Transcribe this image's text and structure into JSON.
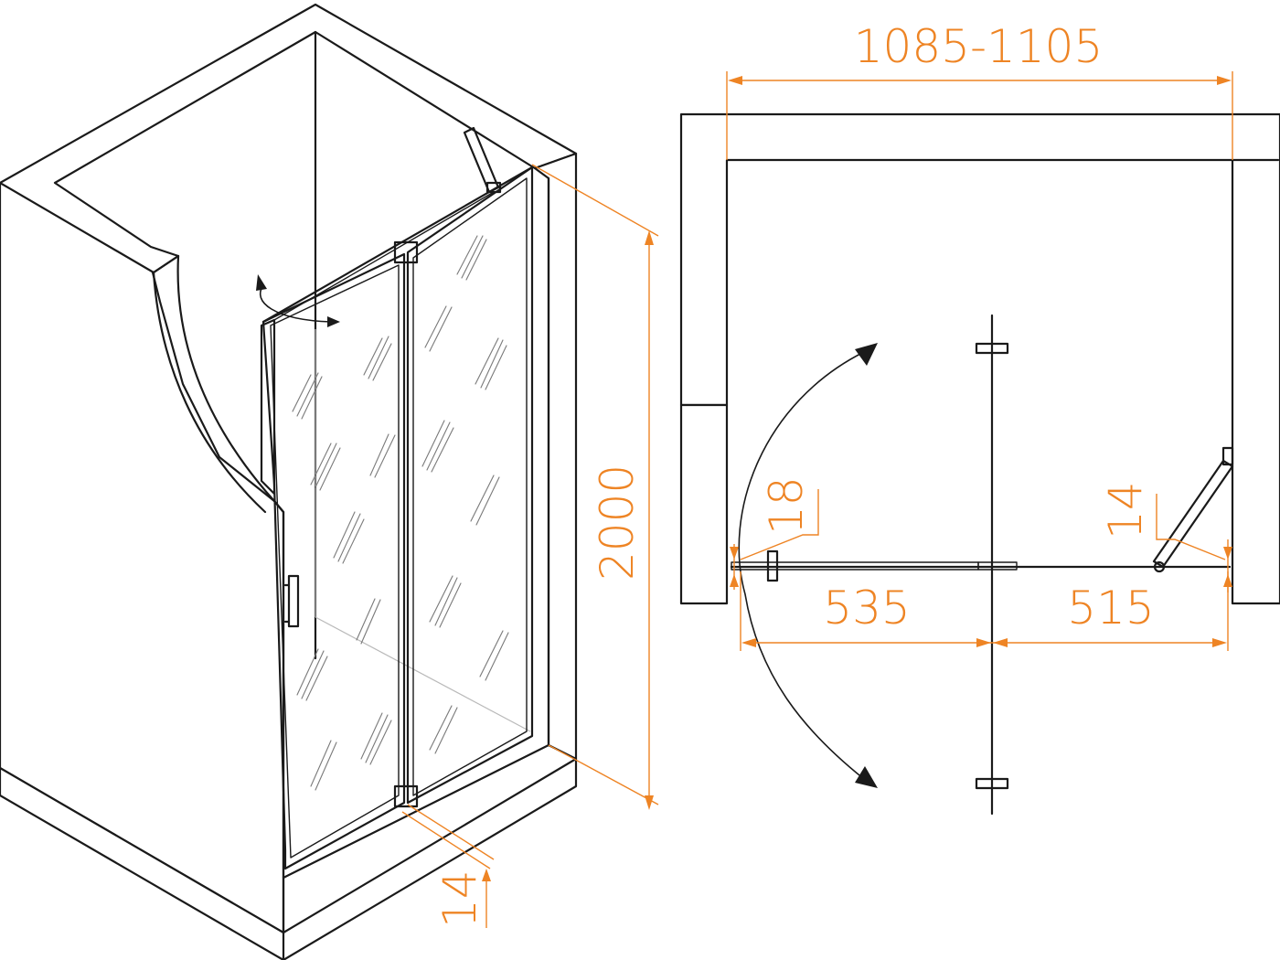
{
  "dimensions": {
    "width_range": "1085-1105",
    "height": "2000",
    "glass_thickness_iso": "14",
    "profile_offset": "18",
    "clamp_offset": "14",
    "door_width": "535",
    "fixed_width": "515"
  },
  "colors": {
    "line": "#1a1a1a",
    "dimension": "#ee8424",
    "background": "#ffffff"
  }
}
